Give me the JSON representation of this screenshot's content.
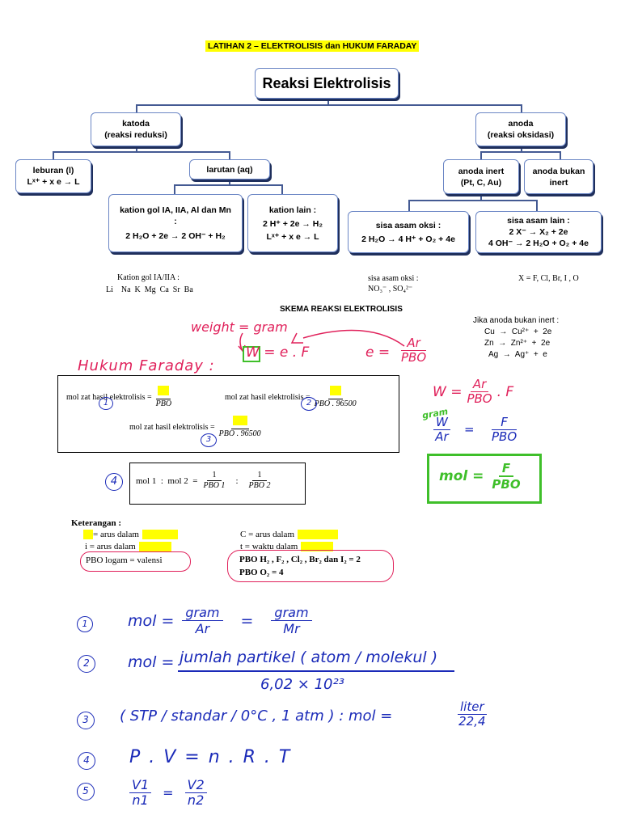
{
  "title": "LATIHAN 2 – ELEKTROLISIS dan HUKUM FARADAY",
  "diagram": {
    "root": "Reaksi Elektrolisis",
    "katoda": {
      "line1": "katoda",
      "line2": "(reaksi reduksi)"
    },
    "anoda": {
      "line1": "anoda",
      "line2": "(reaksi oksidasi)"
    },
    "leburan": {
      "line1": "leburan (l)",
      "line2": "Lˣ⁺ + x e → L"
    },
    "larutan": "larutan (aq)",
    "anoda_inert": {
      "line1": "anoda inert",
      "line2": "(Pt, C, Au)"
    },
    "anoda_bukan_inert": {
      "line1": "anoda bukan",
      "line2": "inert"
    },
    "kation_gol": {
      "line1": "kation gol IA, IIA, Al dan Mn",
      "line2": ":",
      "line3": "2 H₂O + 2e →  2 OH⁻  +  H₂"
    },
    "kation_lain": {
      "line1": "kation lain :",
      "line2": "2 H⁺ + 2e → H₂",
      "line3": "Lˣ⁺ + x e → L"
    },
    "sisa_oksi": {
      "line1": "sisa asam oksi :",
      "line2": "2 H₂O  →  4 H⁺  + O₂  + 4e"
    },
    "sisa_lain": {
      "line1": "sisa asam lain :",
      "line2": "2 X⁻ → X₂ + 2e",
      "line3": "4 OH⁻ → 2 H₂O + O₂ + 4e"
    }
  },
  "notes": {
    "kation_title": "Kation gol IA/IIA :",
    "kation_list": "Li    Na  K  Mg  Ca  Sr  Ba",
    "sisa_title": "sisa asam oksi :",
    "sisa_list": "NO₃⁻ , SO₄²⁻",
    "halogen": "X = F, Cl, Br, I , O"
  },
  "skema_title": "SKEMA REAKSI ELEKTROLISIS",
  "anoda_bukan_inert_list": {
    "title": "Jika anoda bukan inert :",
    "r1": "Cu  →  Cu²⁺  +  2e",
    "r2": "Zn  →  Zn²⁺  +  2e",
    "r3": "Ag  →  Ag⁺  +  e"
  },
  "handwriting": {
    "weight_gram": "weight = gram",
    "w_eq": "W  =  e . F",
    "e_eq": "e  =",
    "e_num": "Ar",
    "e_den": "PBO",
    "hukum_faraday": "Hukum Faraday :",
    "w_ar": "W  =",
    "w_ar_num": "Ar",
    "w_ar_den": "PBO",
    "w_ar_f": ". F",
    "gram": "gram",
    "w_over_ar_num": "W",
    "w_over_ar_den": "Ar",
    "f_num": "F",
    "f_den": "PBO",
    "mol_eq": "mol =",
    "mol_num": "F",
    "mol_den": "PBO"
  },
  "formulas": {
    "f1_label": "mol zat hasil elektrolisis =",
    "f1_den": "PBO",
    "f2_label": "mol zat hasil elektrolisis =",
    "f2_den": "PBO . 96500",
    "f3_label": "mol zat hasil elektrolisis =",
    "f3_den": "PBO . 96500",
    "n1": "1",
    "n2": "2",
    "n3": "3",
    "n4": "4",
    "mol_ratio": "mol 1  :  mol 2  =",
    "r_num1": "1",
    "r_den1": "PBO 1",
    "r_colon": ":",
    "r_num2": "1",
    "r_den2": "PBO 2"
  },
  "keterangan": {
    "title": "Keterangan :",
    "l1": "= arus dalam",
    "l2": "i = arus dalam",
    "l3": "PBO logam = valensi",
    "r1": "C = arus dalam",
    "r2": "t = waktu dalam",
    "r3": "PBO H₂ , F₂ , Cl₂ , Br₂ dan I₂ = 2",
    "r4": "PBO O₂ = 4"
  },
  "bottom": {
    "n1": "1",
    "n2": "2",
    "n3": "3",
    "n4": "4",
    "n5": "5",
    "eq1": "mol =",
    "eq1_num": "gram",
    "eq1_den": "Ar",
    "eq1_eq": "=",
    "eq1_num2": "gram",
    "eq1_den2": "Mr",
    "eq2": "mol =",
    "eq2_num": "jumlah partikel ( atom / molekul )",
    "eq2_den": "6,02 × 10²³",
    "eq3": "( STP / standar / 0°C , 1 atm )  :  mol =",
    "eq3_num": "liter",
    "eq3_den": "22,4",
    "eq4": "P . V = n . R . T",
    "eq5_num1": "V1",
    "eq5_den1": "n1",
    "eq5_eq": "=",
    "eq5_num2": "V2",
    "eq5_den2": "n2"
  }
}
